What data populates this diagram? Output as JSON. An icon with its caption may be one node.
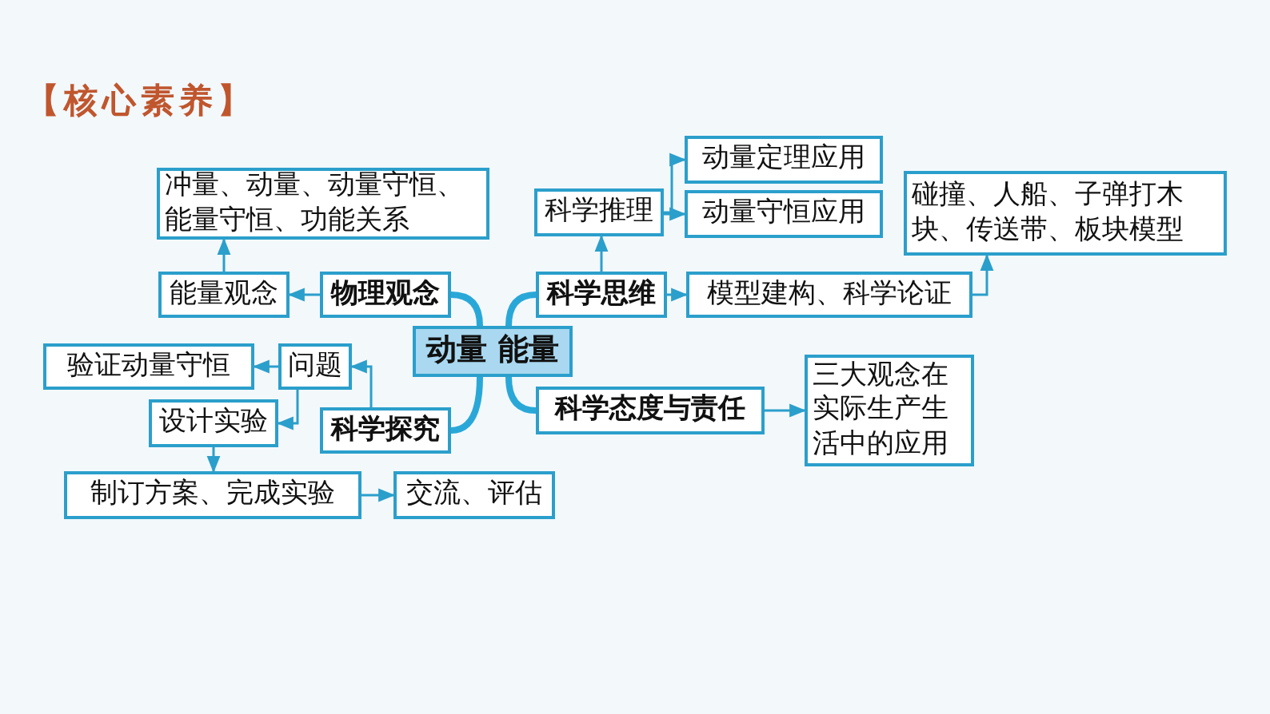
{
  "diagram": {
    "title": "【核心素养】",
    "nodes": [
      {
        "text": [
          "动量 能量"
        ]
      },
      {
        "text": [
          "物理观念"
        ]
      },
      {
        "text": [
          "能量观念"
        ]
      },
      {
        "text": [
          "冲量、动量、动量守恒、能量守恒、功能关系"
        ]
      },
      {
        "text": [
          "科学探究"
        ]
      },
      {
        "text": [
          "问题"
        ]
      },
      {
        "text": [
          "验证动量守恒"
        ]
      },
      {
        "text": [
          "设计实验"
        ]
      },
      {
        "text": [
          "制订方案、完成实验"
        ]
      },
      {
        "text": [
          "交流、评估"
        ]
      },
      {
        "text": [
          "科学思维"
        ]
      },
      {
        "text": [
          "科学推理"
        ]
      },
      {
        "text": [
          "动量定理应用"
        ]
      },
      {
        "text": [
          "动量守恒应用"
        ]
      },
      {
        "text": [
          "模型建构、科学论证"
        ]
      },
      {
        "text": [
          "碰撞、人船、子弹打木块、传送带、板块模型"
        ]
      },
      {
        "text": [
          "科学态度与责任"
        ]
      },
      {
        "text": [
          "三大观念在实际生产生活中的应用"
        ]
      }
    ],
    "edges": [
      {
        "from": 0,
        "to": 1,
        "arrow": "none",
        "style": "thick"
      },
      {
        "from": 0,
        "to": 10,
        "arrow": "none",
        "style": "thick"
      },
      {
        "from": 0,
        "to": 4,
        "arrow": "none",
        "style": "thick"
      },
      {
        "from": 0,
        "to": 16,
        "arrow": "none",
        "style": "thick"
      },
      {
        "from": 1,
        "to": 2,
        "arrow": "to"
      },
      {
        "from": 2,
        "to": 3,
        "arrow": "to"
      },
      {
        "from": 10,
        "to": 11,
        "arrow": "to"
      },
      {
        "from": 11,
        "to": 12,
        "arrow": "to"
      },
      {
        "from": 11,
        "to": 13,
        "arrow": "to"
      },
      {
        "from": 10,
        "to": 14,
        "arrow": "to"
      },
      {
        "from": 14,
        "to": 15,
        "arrow": "to"
      },
      {
        "from": 16,
        "to": 17,
        "arrow": "to"
      },
      {
        "from": 4,
        "to": 5,
        "arrow": "to"
      },
      {
        "from": 5,
        "to": 6,
        "arrow": "to"
      },
      {
        "from": 5,
        "to": 7,
        "arrow": "to"
      },
      {
        "from": 7,
        "to": 8,
        "arrow": "to"
      },
      {
        "from": 8,
        "to": 9,
        "arrow": "to"
      }
    ]
  }
}
